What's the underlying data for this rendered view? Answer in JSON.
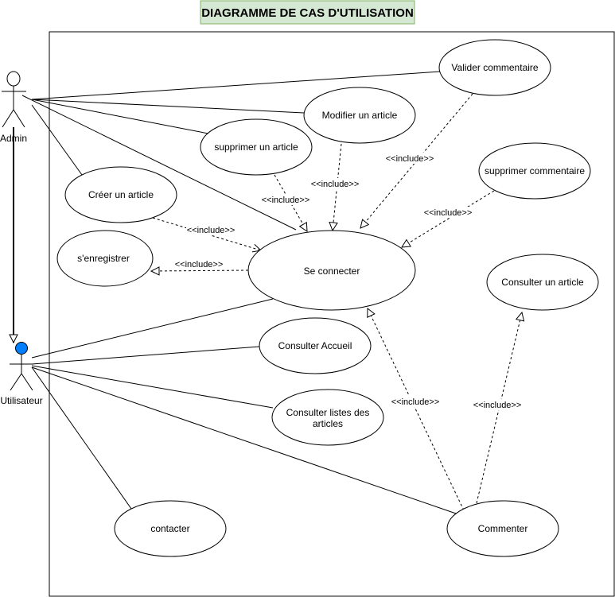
{
  "title": "DIAGRAMME DE CAS D'UTILISATION",
  "colors": {
    "title_bg": "#d5e8d4",
    "title_border": "#82b366",
    "user_head": "#007fff",
    "stroke": "#000000",
    "background": "#ffffff"
  },
  "actors": {
    "admin": "Admin",
    "user": "Utilisateur"
  },
  "use_cases": {
    "valider_commentaire": "Valider commentaire",
    "modifier_article": "Modifier un article",
    "supprimer_article": "supprimer un article",
    "supprimer_commentaire": "supprimer commentaire",
    "creer_article": "Créer un article",
    "enregistrer": "s'enregistrer",
    "se_connecter": "Se connecter",
    "consulter_article": "Consulter un article",
    "consulter_accueil": "Consulter Accueil",
    "consulter_listes_line1": "Consulter listes des",
    "consulter_listes_line2": "articles",
    "contacter": "contacter",
    "commenter": "Commenter"
  },
  "include_label": "<<include>>"
}
